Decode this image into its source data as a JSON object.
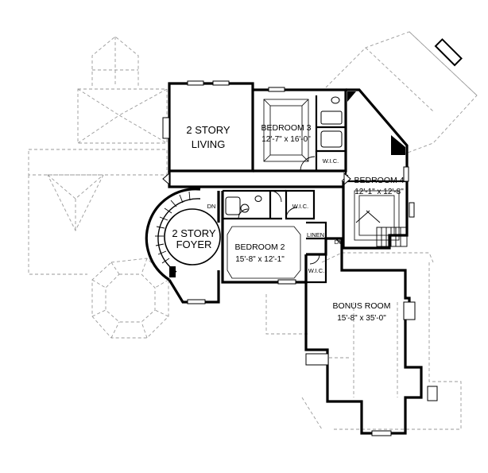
{
  "rooms": {
    "living": {
      "line1": "2 STORY",
      "line2": "LIVING"
    },
    "bedroom3": {
      "name": "BEDROOM 3",
      "size": "12'-7\" x 16'-0\""
    },
    "bedroom4": {
      "name": "BEDROOM 4",
      "size": "12'-1\" x 12'-8\""
    },
    "foyer": {
      "line1": "2 STORY",
      "line2": "FOYER"
    },
    "bedroom2": {
      "name": "BEDROOM 2",
      "size": "15'-8\" x 12'-1\""
    },
    "bonus": {
      "name": "BONUS ROOM",
      "size": "15'-8\" x 35'-0\""
    }
  },
  "labels": {
    "wic_bed3": "W.I.C.",
    "wic_bed2_top": "W.I.C.",
    "wic_bed2_bottom": "W.I.C.",
    "linen": "LINEN",
    "dn_stair": "DN",
    "dn_hall": "DN"
  }
}
